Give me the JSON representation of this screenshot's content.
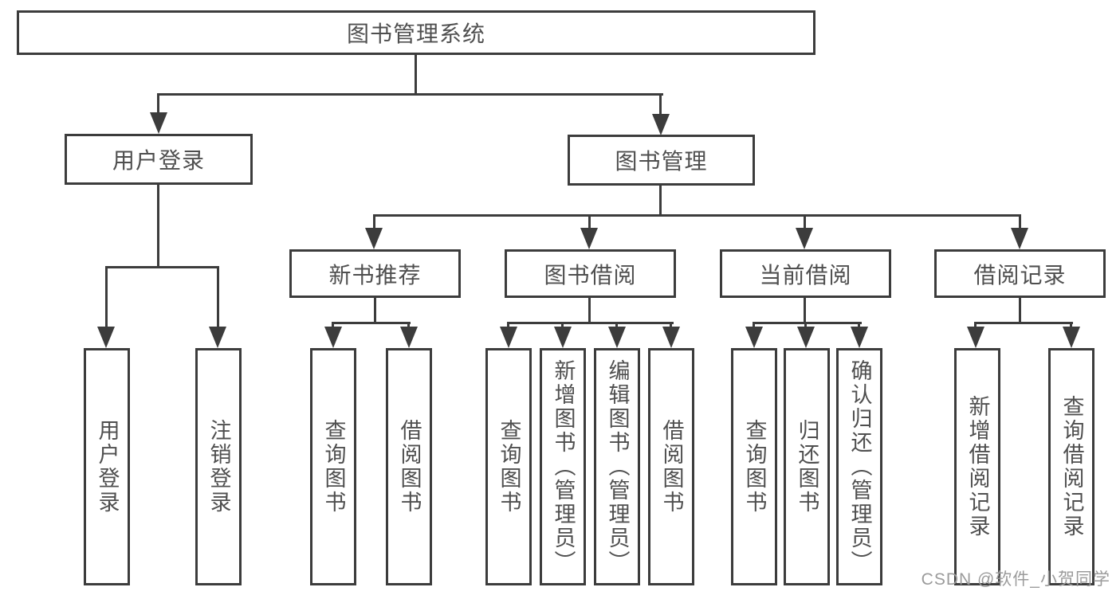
{
  "diagram": {
    "root": {
      "label": "图书管理系统"
    },
    "level2": [
      {
        "label": "用户登录"
      },
      {
        "label": "图书管理"
      }
    ],
    "level3": [
      {
        "label": "新书推荐"
      },
      {
        "label": "图书借阅"
      },
      {
        "label": "当前借阅"
      },
      {
        "label": "借阅记录"
      }
    ],
    "leaves": {
      "user_login": [
        {
          "label": "用户登录"
        },
        {
          "label": "注销登录"
        }
      ],
      "new_book": [
        {
          "label": "查询图书"
        },
        {
          "label": "借阅图书"
        }
      ],
      "book_borrow": [
        {
          "label": "查询图书"
        },
        {
          "label": "新增图书（管理员）"
        },
        {
          "label": "编辑图书（管理员）"
        },
        {
          "label": "借阅图书"
        }
      ],
      "current_borrow": [
        {
          "label": "查询图书"
        },
        {
          "label": "归还图书"
        },
        {
          "label": "确认归还（管理员）"
        }
      ],
      "borrow_records": [
        {
          "label": "新增借阅记录"
        },
        {
          "label": "查询借阅记录"
        }
      ]
    }
  },
  "watermark": {
    "text": "CSDN @软件_小贺同学",
    "color": "#9b9b9b"
  },
  "colors": {
    "line": "#3c3c3c",
    "text": "#4f4f4f",
    "background": "#ffffff"
  }
}
